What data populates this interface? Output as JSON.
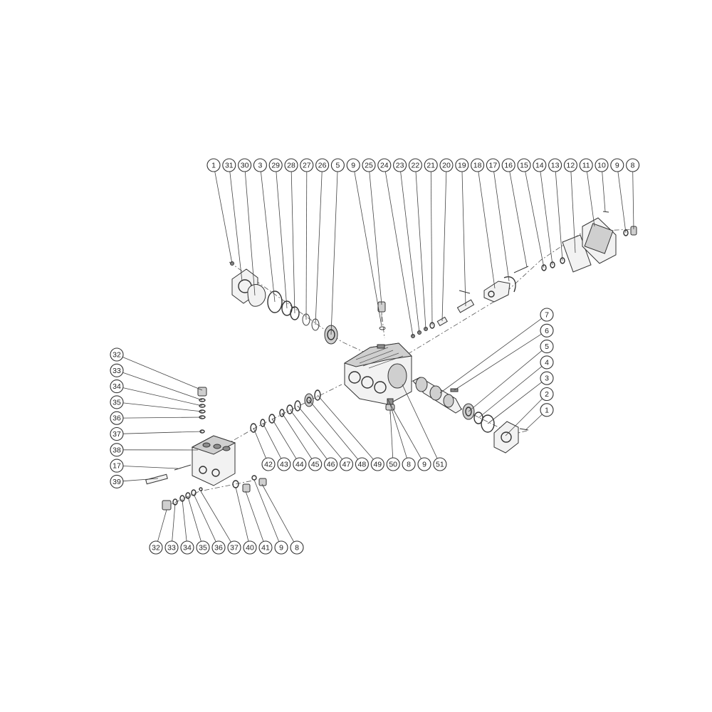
{
  "callouts": {
    "top_row": [
      "1",
      "31",
      "30",
      "3",
      "29",
      "28",
      "27",
      "26",
      "5",
      "9",
      "25",
      "24",
      "23",
      "22",
      "21",
      "20",
      "19",
      "18",
      "17",
      "16",
      "15",
      "14",
      "13",
      "12",
      "11",
      "10",
      "9",
      "8"
    ],
    "right_column": [
      "7",
      "6",
      "5",
      "4",
      "3",
      "2",
      "1"
    ],
    "middle_row": [
      "42",
      "43",
      "44",
      "45",
      "46",
      "47",
      "48",
      "49",
      "50",
      "8",
      "9",
      "51"
    ],
    "left_column": [
      "32",
      "33",
      "34",
      "35",
      "36",
      "37",
      "38",
      "17",
      "39"
    ],
    "bottom_row": [
      "32",
      "33",
      "34",
      "35",
      "36",
      "37",
      "40",
      "41",
      "9",
      "8"
    ]
  },
  "colors": {
    "line": "#333333",
    "part_fill": "#f2f2f2",
    "part_dark": "#8c8c8c",
    "background": "#ffffff"
  }
}
